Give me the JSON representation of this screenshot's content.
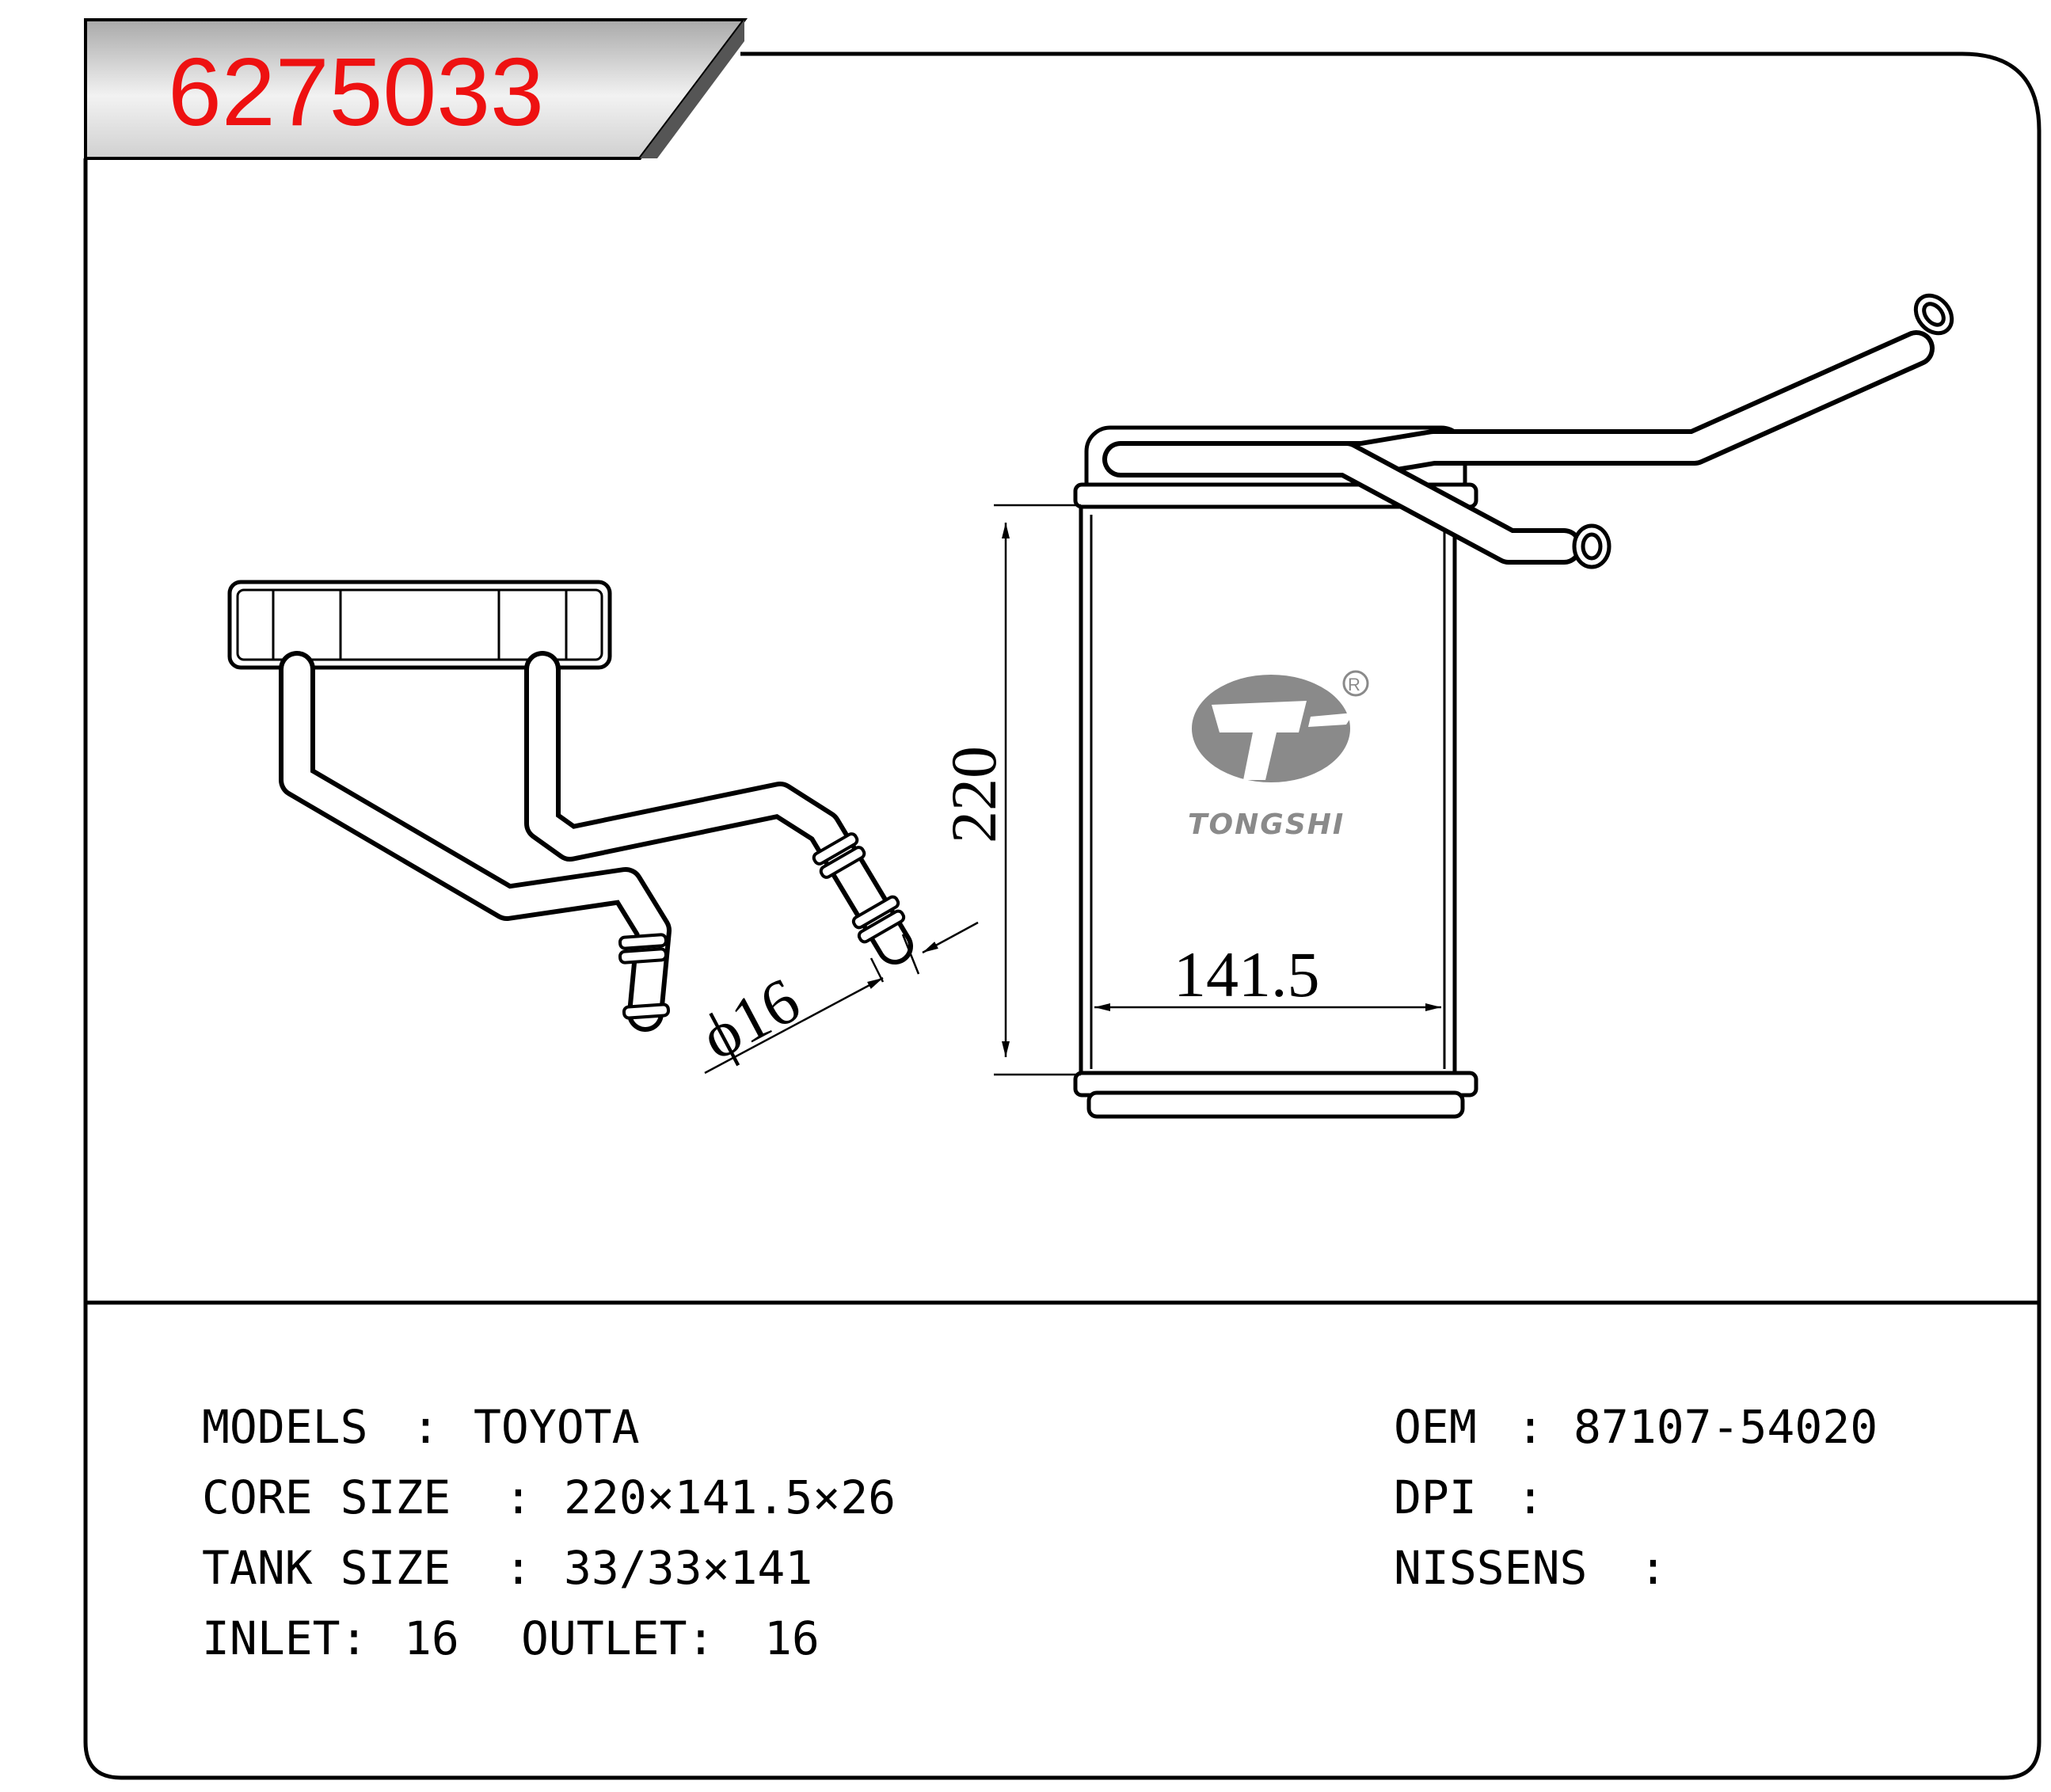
{
  "header": {
    "part_number": "6275033"
  },
  "brand": {
    "name": "TONGSHI",
    "registered_mark": "R"
  },
  "dimensions": {
    "height": "220",
    "width": "141.5",
    "pipe_diameter": "ϕ16"
  },
  "specs_left": {
    "models_label": "MODELS",
    "models_value": "TOYOTA",
    "core_label": "CORE SIZE",
    "core_value": "220×141.5×26",
    "tank_label": "TANK SIZE",
    "tank_value": "33/33×141",
    "inlet_label": "INLET:",
    "inlet_value": "16",
    "outlet_label": "OUTLET:",
    "outlet_value": "16"
  },
  "specs_right": {
    "oem_label": "OEM",
    "oem_value": "87107-54020",
    "dpi_label": "DPI",
    "dpi_value": "",
    "nissens_label": "NISSENS",
    "nissens_value": ""
  },
  "separator": ":",
  "colors": {
    "part_number": "#ee1111",
    "logo": "#8a8a8a",
    "header_band": "#bdbdbd"
  }
}
